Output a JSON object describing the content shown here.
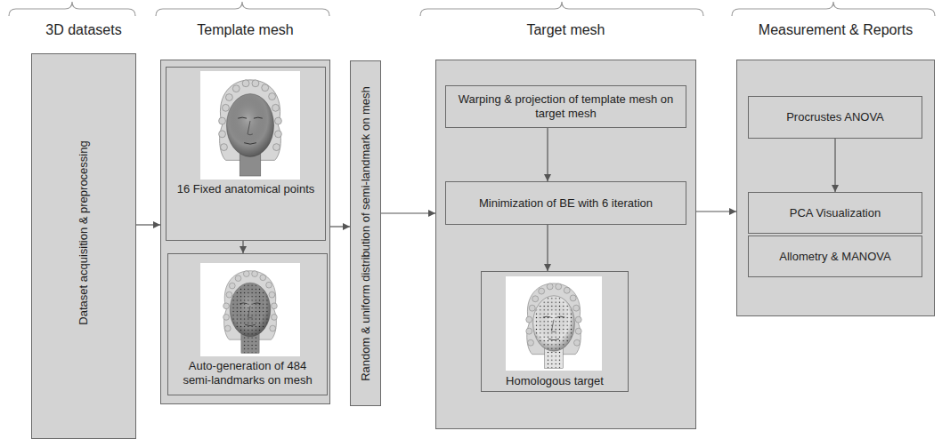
{
  "diagram": {
    "nodes": [
      {
        "text": [
          "3D datasets",
          "Dataset acquisition & preprocessing"
        ]
      },
      {
        "text": [
          "Template mesh"
        ]
      },
      {
        "text": [
          "16 Fixed anatomical points"
        ],
        "in": 1
      },
      {
        "text": [
          "Auto-generation of 484 semi-landmarks on mesh"
        ],
        "in": 1
      },
      {
        "text": [
          "Random & uniform distribution of semi-landmark on mesh"
        ]
      },
      {
        "text": [
          "Target mesh"
        ]
      },
      {
        "text": [
          "Warping & projection of template mesh on target mesh"
        ],
        "in": 5
      },
      {
        "text": [
          "Minimization of BE with 6 iteration"
        ],
        "in": 5
      },
      {
        "text": [
          "Homologous target"
        ],
        "in": 5
      },
      {
        "text": [
          "Measurement & Reports"
        ]
      },
      {
        "text": [
          "Procrustes ANOVA"
        ],
        "in": 9
      },
      {
        "text": [
          "PCA Visualization"
        ],
        "in": 9
      },
      {
        "text": [
          "Allometry & MANOVA"
        ],
        "in": 9
      }
    ],
    "edges": [
      {
        "from": 0,
        "to": 1,
        "arrow": "to"
      },
      {
        "from": 2,
        "to": 3,
        "arrow": "to"
      },
      {
        "from": 1,
        "to": 4,
        "arrow": "to"
      },
      {
        "from": 4,
        "to": 5,
        "arrow": "to"
      },
      {
        "from": 6,
        "to": 7,
        "arrow": "to"
      },
      {
        "from": 7,
        "to": 8,
        "arrow": "to"
      },
      {
        "from": 5,
        "to": 9,
        "arrow": "to"
      },
      {
        "from": 10,
        "to": 11,
        "arrow": "to"
      }
    ]
  }
}
